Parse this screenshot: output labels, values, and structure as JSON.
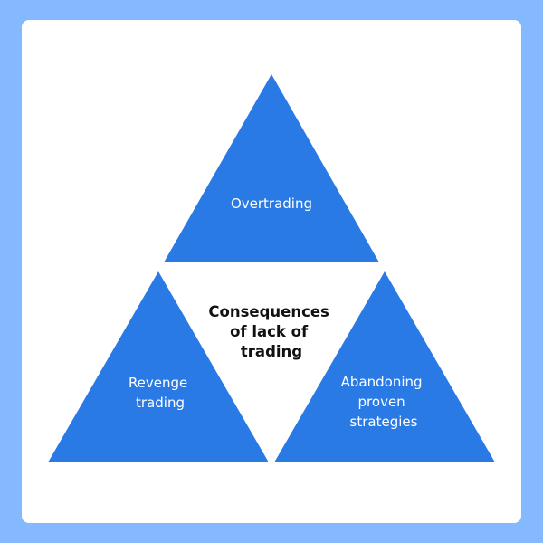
{
  "colors": {
    "background": "#84b8ff",
    "card": "#ffffff",
    "triangle_fill": "#2a7ae6",
    "triangle_text": "#ffffff",
    "center_text": "#111111"
  },
  "diagram": {
    "center_label": {
      "line1": "Consequences",
      "line2": "of lack of",
      "line3": "trading"
    },
    "top": {
      "line1": "Overtrading"
    },
    "left": {
      "line1": "Revenge",
      "line2": "trading"
    },
    "right": {
      "line1": "Abandoning",
      "line2": "proven",
      "line3": "strategies"
    }
  }
}
